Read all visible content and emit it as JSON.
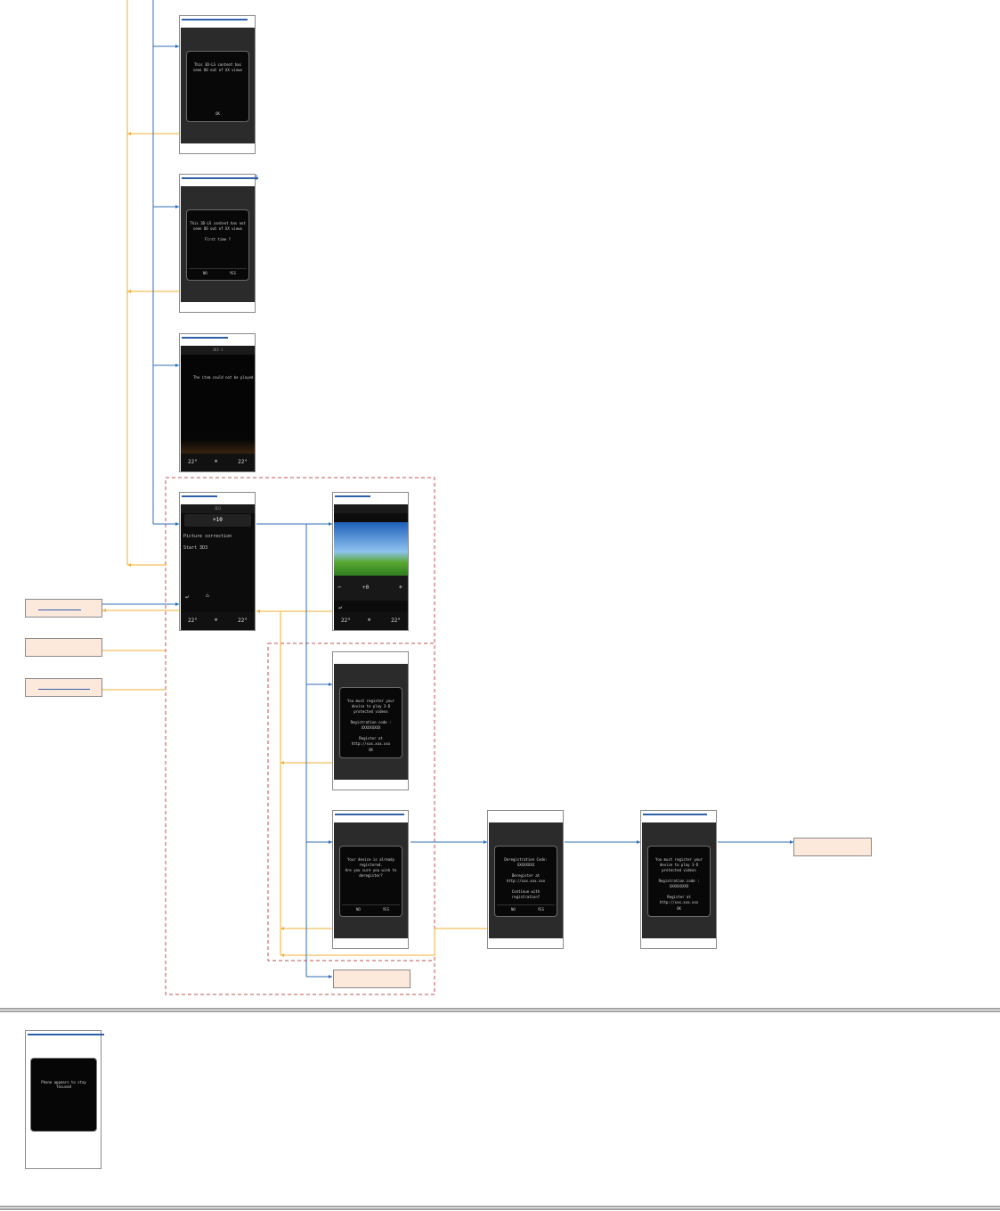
{
  "colors": {
    "flow_blue": "#2f6eb5",
    "flow_orange": "#f2b134",
    "group_border": "#c0504d",
    "label_fill": "#fde9dc"
  },
  "screens": {
    "limit_reached": {
      "message": "This 3D-LS content has seen OO out of XX views",
      "button": "OK"
    },
    "limit_confirm": {
      "message": "This 3D-LS content has not seen OO out of XX views\n\nFirst time ?",
      "no": "NO",
      "yes": "YES"
    },
    "playback_error": {
      "title": "3D3-1",
      "message": "The item could not be played",
      "temp_left": "22°",
      "temp_right": "22°"
    },
    "picture_menu": {
      "header": "3D3",
      "value": "+10",
      "item1": "Picture correction",
      "item2": "Start 3D3",
      "temp_left": "22°",
      "temp_right": "22°"
    },
    "landscape": {
      "value": "+0",
      "temp_left": "22°",
      "temp_right": "22°"
    },
    "register_device": {
      "message": "You must register your device to play 3-D protected videos\n\nRegistration code : XXXXXXXXX\n\nRegister at http://xxx.xxx.xxx",
      "button": "OK"
    },
    "already_registered": {
      "message": "Your device is already registered.\nAre you sure you wish to deregister?",
      "no": "NO",
      "yes": "YES"
    },
    "deregister_code": {
      "message": "Deregistration Code: XXXXXXXX\n\nDeregister at http://xxx.xxx.xxx\n\nContinue with registration?",
      "no": "NO",
      "yes": "YES"
    },
    "register_again": {
      "message": "You must register your device to play 3-D protected videos\n\nRegistration code : XXXXXXXXX\n\nRegister at http://xxx.xxx.xxx",
      "button": "OK"
    },
    "phone_locked": {
      "message": "Phone appears to stay focused"
    }
  }
}
